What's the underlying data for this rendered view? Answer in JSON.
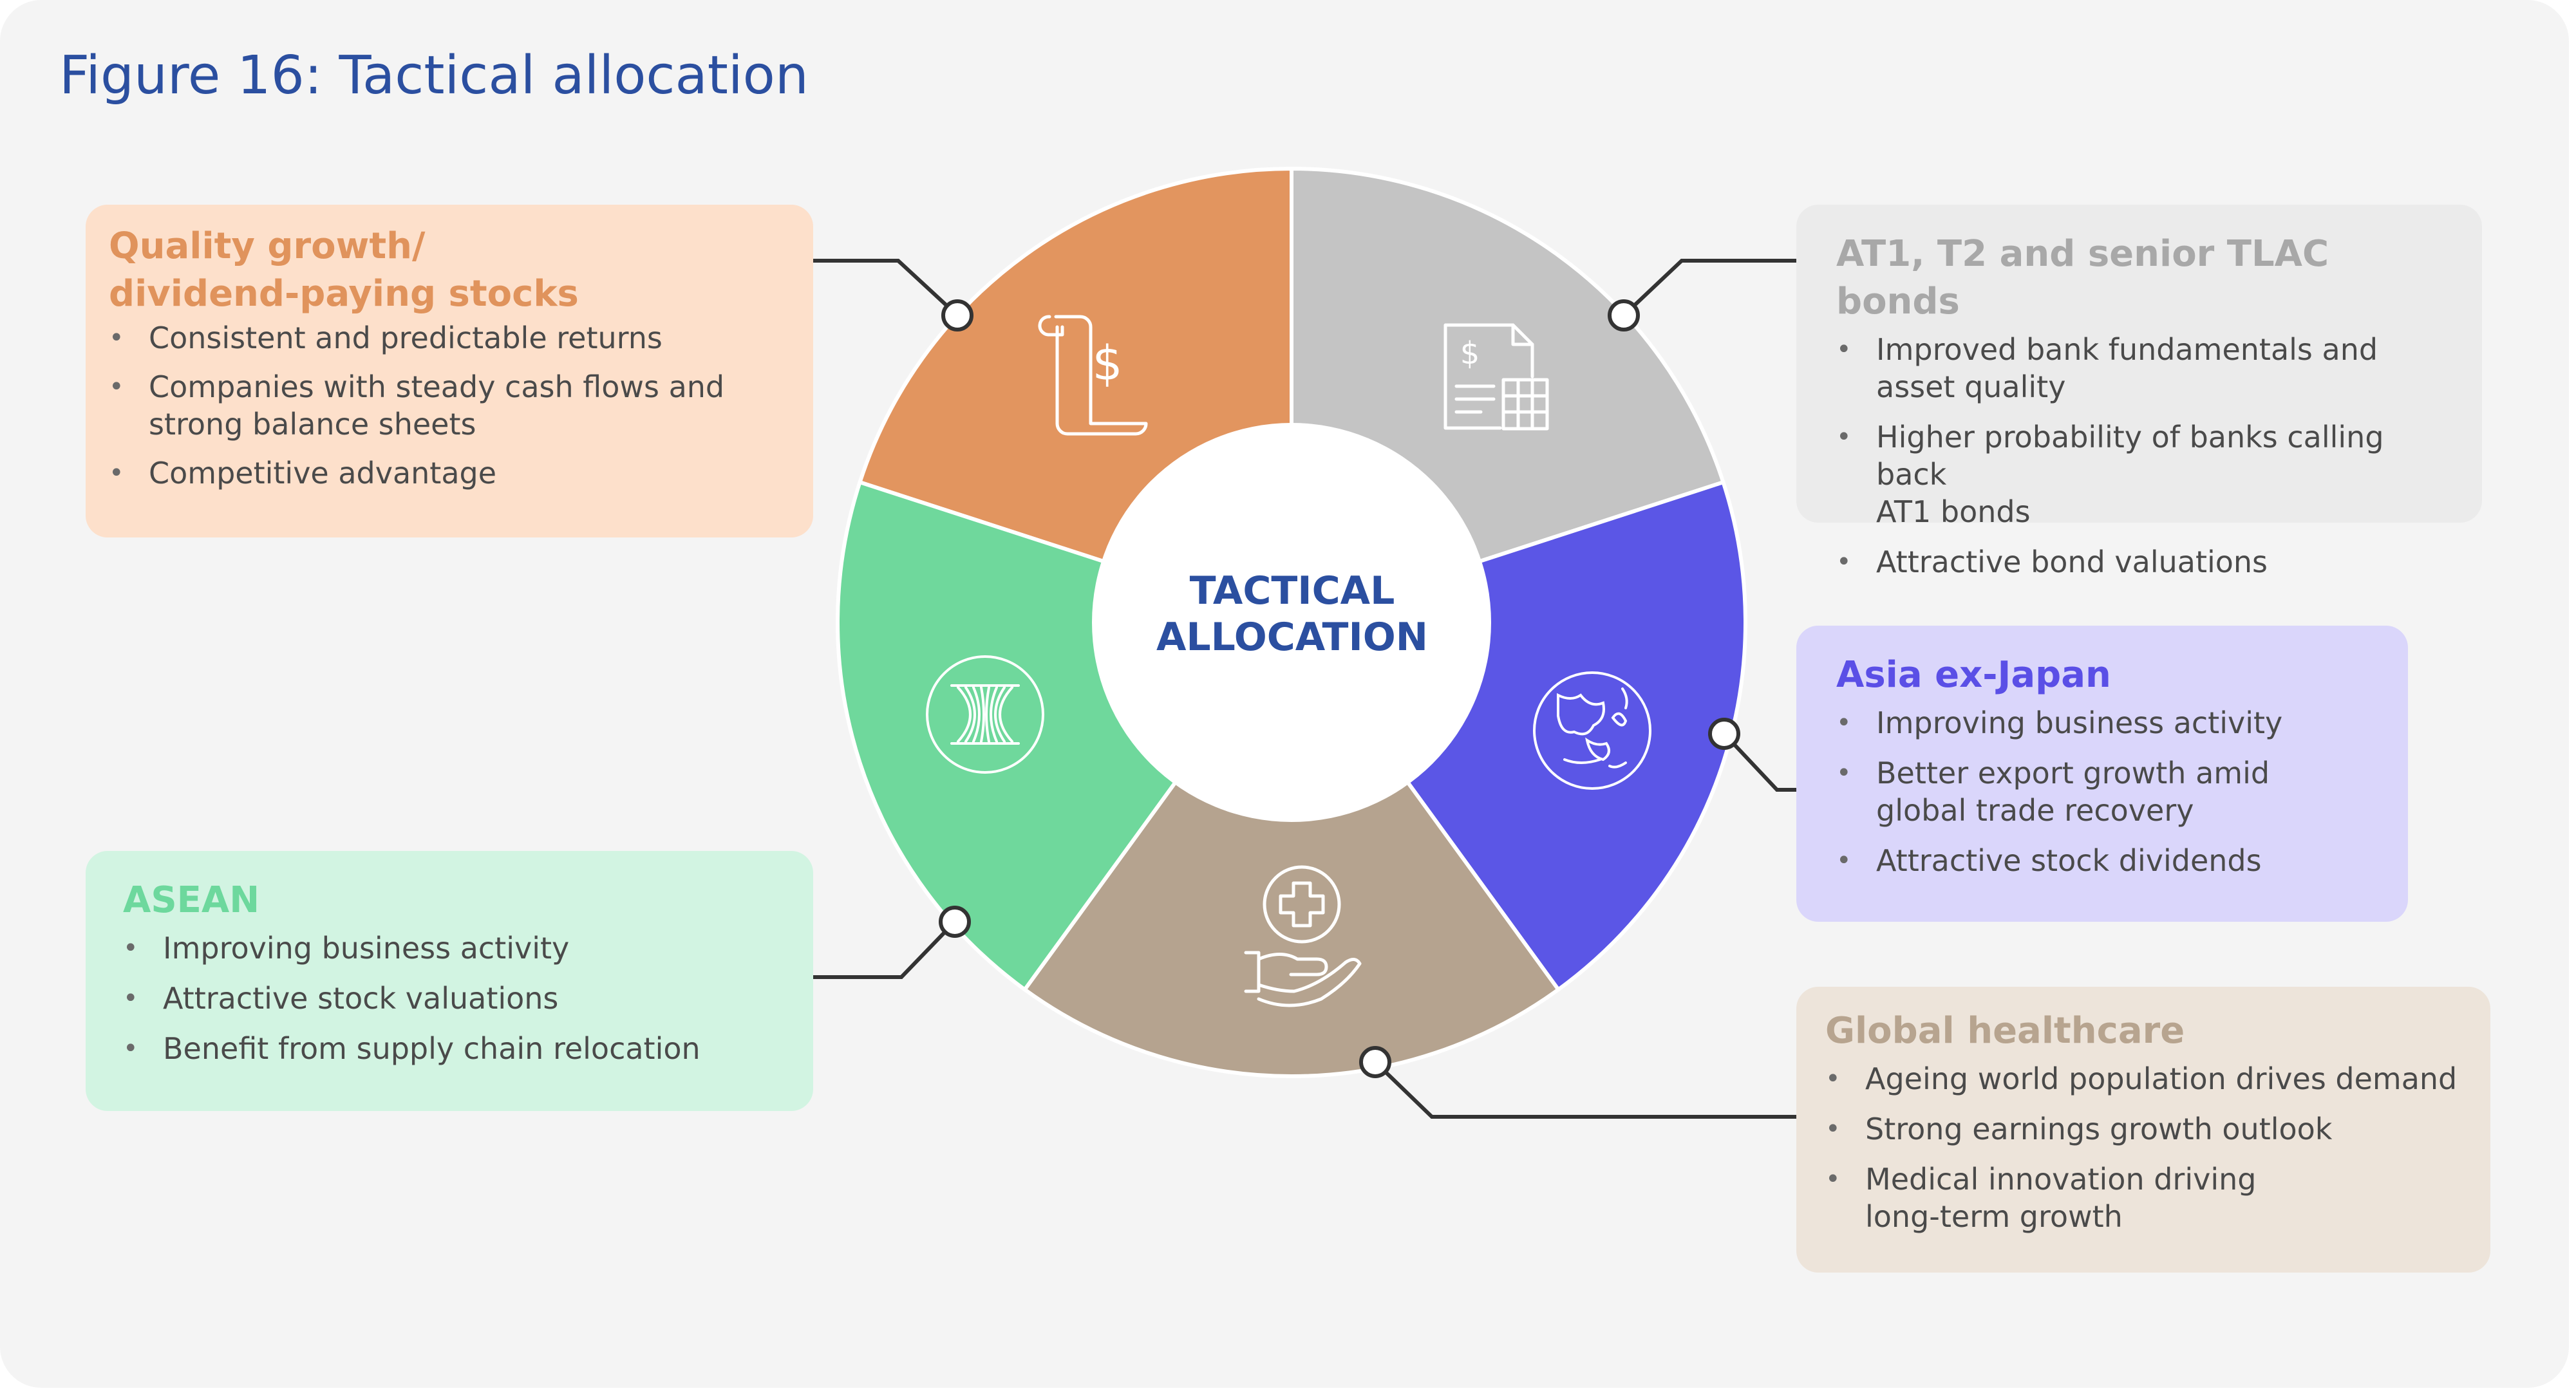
{
  "title": "Figure 16: Tactical allocation",
  "center_label": [
    "TACTICAL",
    "ALLOCATION"
  ],
  "segments": [
    {
      "name": "Quality growth/ dividend-paying stocks",
      "color": "#e2955f",
      "icon": "scroll-dollar-icon"
    },
    {
      "name": "AT1, T2 and senior TLAC bonds",
      "color": "#c4c4c4",
      "icon": "invoice-calculator-icon"
    },
    {
      "name": "Asia ex-Japan",
      "color": "#5b56e6",
      "icon": "globe-asia-icon"
    },
    {
      "name": "Global healthcare",
      "color": "#b5a38f",
      "icon": "healthcare-hand-icon"
    },
    {
      "name": "ASEAN",
      "color": "#6fd89c",
      "icon": "asean-emblem-icon"
    }
  ],
  "boxes": {
    "quality": {
      "title_lines": [
        "Quality growth/",
        "dividend-paying stocks"
      ],
      "bullets": [
        [
          "Consistent and predictable returns"
        ],
        [
          "Companies with steady cash flows and",
          "strong balance sheets"
        ],
        [
          "Competitive advantage"
        ]
      ]
    },
    "at1": {
      "title_lines": [
        "AT1, T2 and senior TLAC bonds"
      ],
      "bullets": [
        [
          "Improved bank fundamentals and",
          "asset quality"
        ],
        [
          "Higher probability of banks calling back",
          "AT1 bonds"
        ],
        [
          "Attractive bond valuations"
        ]
      ]
    },
    "asia": {
      "title_lines": [
        "Asia ex-Japan"
      ],
      "bullets": [
        [
          "Improving business activity"
        ],
        [
          "Better export growth amid",
          "global trade recovery"
        ],
        [
          "Attractive stock dividends"
        ]
      ]
    },
    "asean": {
      "title_lines": [
        "ASEAN"
      ],
      "bullets": [
        [
          "Improving business activity"
        ],
        [
          "Attractive stock valuations"
        ],
        [
          "Benefit from supply chain relocation"
        ]
      ]
    },
    "health": {
      "title_lines": [
        "Global healthcare"
      ],
      "bullets": [
        [
          "Ageing world population drives demand"
        ],
        [
          "Strong earnings growth outlook"
        ],
        [
          "Medical innovation driving",
          "long-term growth"
        ]
      ]
    }
  }
}
